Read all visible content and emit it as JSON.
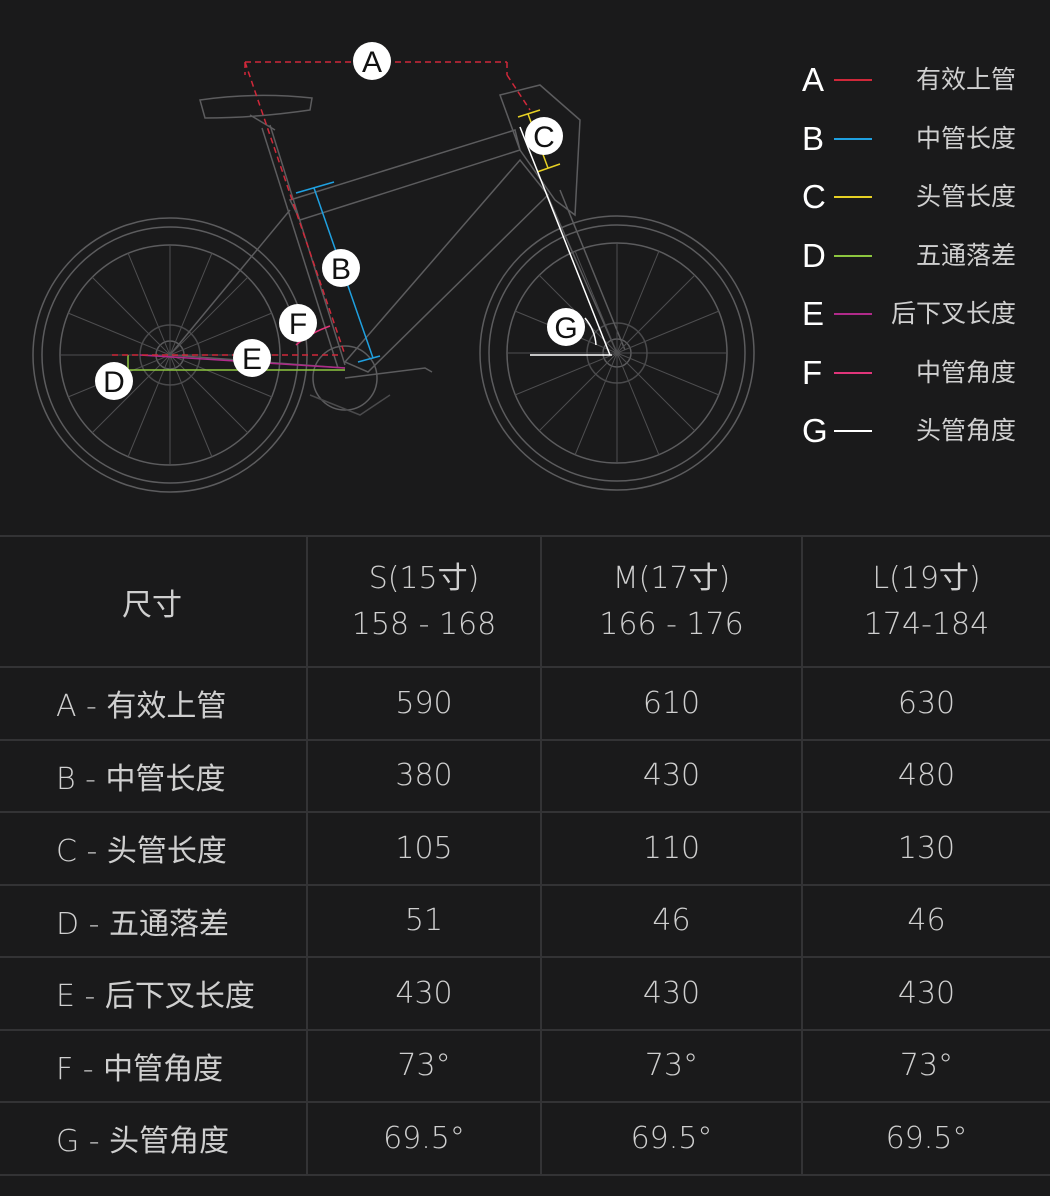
{
  "legend": [
    {
      "letter": "A",
      "label": "有效上管",
      "color": "#d0283a"
    },
    {
      "letter": "B",
      "label": "中管长度",
      "color": "#1fa0e0"
    },
    {
      "letter": "C",
      "label": "头管长度",
      "color": "#e6d024"
    },
    {
      "letter": "D",
      "label": "五通落差",
      "color": "#8cc63f"
    },
    {
      "letter": "E",
      "label": "后下叉长度",
      "color": "#b02a8a"
    },
    {
      "letter": "F",
      "label": "中管角度",
      "color": "#e0357a"
    },
    {
      "letter": "G",
      "label": "头管角度",
      "color": "#ffffff"
    }
  ],
  "table": {
    "corner": "尺寸",
    "columns": [
      {
        "size": "S(15寸)",
        "range": "158 - 168"
      },
      {
        "size": "M(17寸)",
        "range": "166 - 176"
      },
      {
        "size": "L(19寸)",
        "range": "174-184"
      }
    ],
    "rows": [
      {
        "label": "A - 有效上管",
        "values": [
          "590",
          "610",
          "630"
        ]
      },
      {
        "label": "B - 中管长度",
        "values": [
          "380",
          "430",
          "480"
        ]
      },
      {
        "label": "C - 头管长度",
        "values": [
          "105",
          "110",
          "130"
        ]
      },
      {
        "label": "D - 五通落差",
        "values": [
          "51",
          "46",
          "46"
        ]
      },
      {
        "label": "E - 后下叉长度",
        "values": [
          "430",
          "430",
          "430"
        ]
      },
      {
        "label": "F - 中管角度",
        "values": [
          "73°",
          "73°",
          "73°"
        ]
      },
      {
        "label": "G - 头管角度",
        "values": [
          "69.5°",
          "69.5°",
          "69.5°"
        ]
      }
    ]
  }
}
